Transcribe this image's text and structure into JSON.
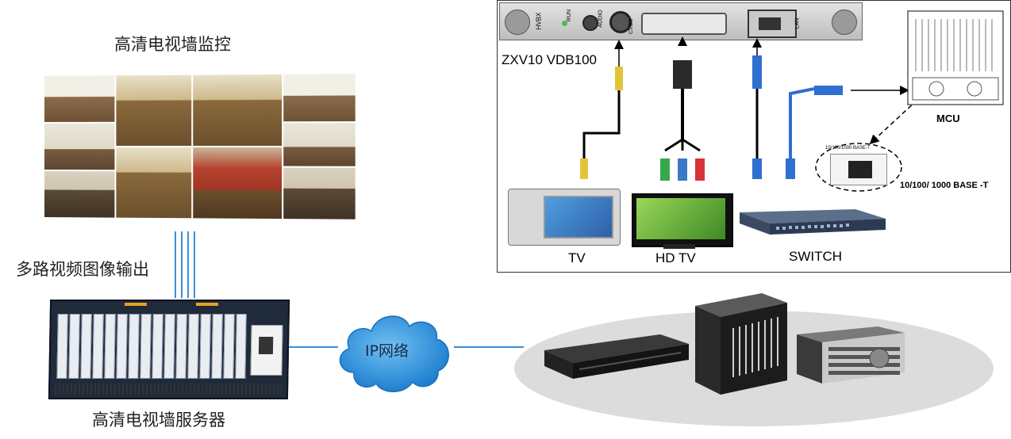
{
  "labels": {
    "wall_title": "高清电视墙监控",
    "multi_output": "多路视频图像输出",
    "server_title": "高清电视墙服务器",
    "ip_network": "IP网络",
    "model": "ZXV10 VDB100",
    "tv": "TV",
    "hdtv": "HD TV",
    "switch": "SWITCH",
    "mcu": "MCU",
    "ethernet_spec": "10/100/ 1000 BASE -T",
    "sfp_spec": "10/100/1000 BASE-T"
  },
  "panel_ports": {
    "hvbx": "HVBX",
    "run": "RUN",
    "audio": "AUDIO",
    "cvbs": "CVBS",
    "lan": "LAN"
  },
  "colors": {
    "link_blue": "#3a8fd6",
    "cloud_blue": "#2e8fd8",
    "cable_blue": "#2f6fd0",
    "rgb_red": "#d8333a",
    "rgb_green": "#37a84a",
    "rgb_blue": "#3b79c8",
    "cvbs_yellow": "#e2c43a"
  }
}
